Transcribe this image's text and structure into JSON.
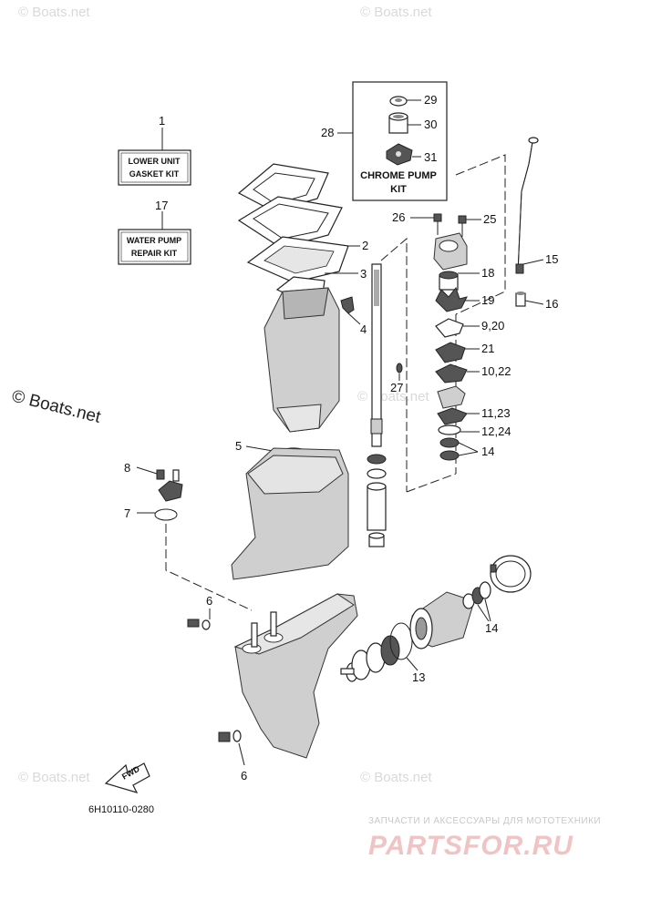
{
  "watermarks": [
    "© Boats.net",
    "© Boats.net",
    "© Boats.net",
    "© Boats.net",
    "© Boats.net",
    "© Boats.net"
  ],
  "watermark_main": "© Boats.net",
  "kits": {
    "lower_unit_line1": "LOWER UNIT",
    "lower_unit_line2": "GASKET KIT",
    "water_pump_line1": "WATER PUMP",
    "water_pump_line2": "REPAIR KIT",
    "chrome_pump_line1": "CHROME PUMP",
    "chrome_pump_line2": "KIT"
  },
  "callouts": {
    "c1": "1",
    "c2": "2",
    "c3": "3",
    "c4": "4",
    "c5": "5",
    "c6a": "6",
    "c6b": "6",
    "c7": "7",
    "c8": "8",
    "c13": "13",
    "c14a": "14",
    "c14b": "14",
    "c15": "15",
    "c16": "16",
    "c17": "17",
    "c18": "18",
    "c19": "19",
    "c920": "9,20",
    "c21": "21",
    "c1022": "10,22",
    "c1123": "11,23",
    "c1224": "12,24",
    "c25": "25",
    "c26": "26",
    "c27": "27",
    "c28": "28",
    "c29": "29",
    "c30": "30",
    "c31": "31"
  },
  "fwd_label": "FWD",
  "diagram_code": "6H10110-0280",
  "brand": {
    "tagline": "ЗАПЧАСТИ И АКСЕССУАРЫ ДЛЯ МОТОТЕХНИКИ",
    "name": "PARTSFOR.RU"
  }
}
